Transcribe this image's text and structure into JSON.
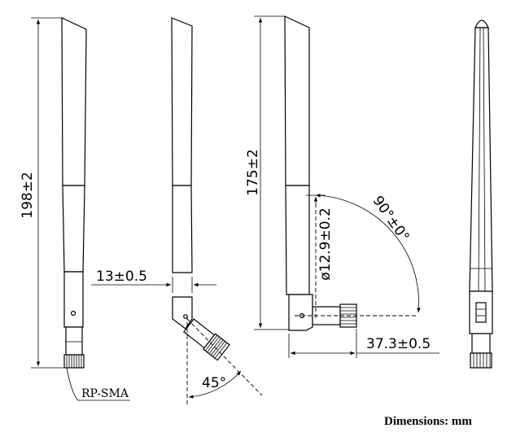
{
  "drawing": {
    "length_total": "198±2",
    "width_sleeve": "13±0.5",
    "tilt_angle": "45°",
    "length_bent": "175±2",
    "diameter": "ø12.9±0.2",
    "swivel_angle": "90°±0°",
    "connector_offset": "37.3±0.5",
    "connector": "RP-SMA",
    "units_note": "Dimensions: mm"
  }
}
